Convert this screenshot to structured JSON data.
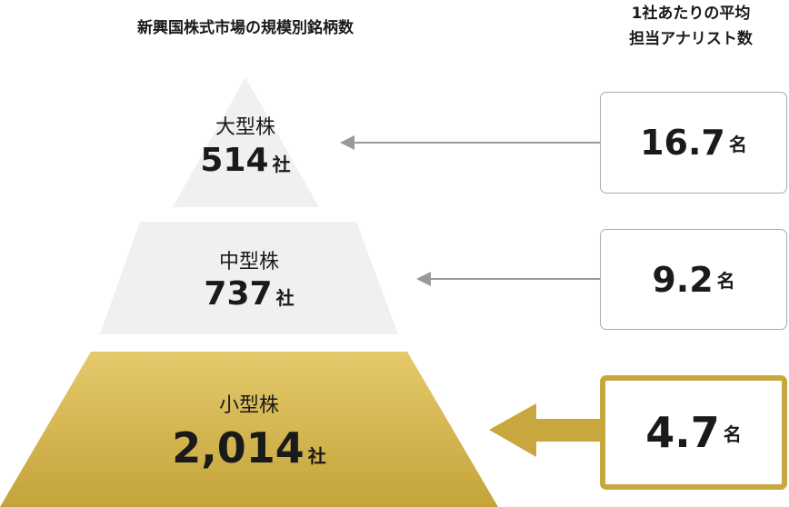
{
  "left_title": "新興国株式市場の規模別銘柄数",
  "right_title_line1": "1社あたりの平均",
  "right_title_line2": "担当アナリスト数",
  "tiers": [
    {
      "label": "大型株",
      "count": "514",
      "count_unit": "社",
      "analysts": "16.7",
      "analysts_unit": "名"
    },
    {
      "label": "中型株",
      "count": "737",
      "count_unit": "社",
      "analysts": "9.2",
      "analysts_unit": "名"
    },
    {
      "label": "小型株",
      "count": "2,014",
      "count_unit": "社",
      "analysts": "4.7",
      "analysts_unit": "名"
    }
  ],
  "colors": {
    "gray_tier": "#eff0ef",
    "gold_top": "#e5c96b",
    "gold_bottom": "#c4a43a",
    "arrow_gray": "#999999",
    "gold": "#c8a83e"
  }
}
